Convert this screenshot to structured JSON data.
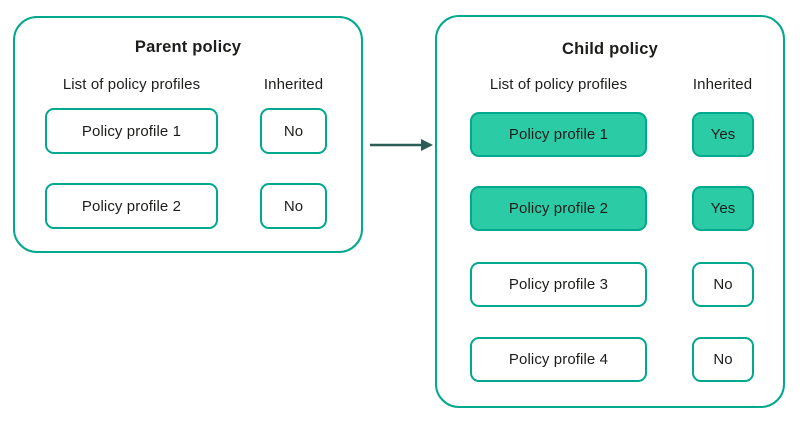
{
  "colors": {
    "teal": "#00a88e",
    "fill_green": "#2bcba6",
    "text": "#1d1d1b",
    "arrow": "#2b5d56",
    "background": "#ffffff"
  },
  "parent": {
    "title": "Parent policy",
    "columns": {
      "profiles": "List of policy profiles",
      "inherited": "Inherited"
    },
    "rows": [
      {
        "label": "Policy profile 1",
        "inherited": "No",
        "highlighted": false
      },
      {
        "label": "Policy profile 2",
        "inherited": "No",
        "highlighted": false
      }
    ]
  },
  "child": {
    "title": "Child policy",
    "columns": {
      "profiles": "List of policy profiles",
      "inherited": "Inherited"
    },
    "rows": [
      {
        "label": "Policy profile 1",
        "inherited": "Yes",
        "highlighted": true
      },
      {
        "label": "Policy profile 2",
        "inherited": "Yes",
        "highlighted": true
      },
      {
        "label": "Policy profile 3",
        "inherited": "No",
        "highlighted": false
      },
      {
        "label": "Policy profile 4",
        "inherited": "No",
        "highlighted": false
      }
    ]
  },
  "arrow": {
    "direction": "right",
    "from": "parent",
    "to": "child"
  }
}
